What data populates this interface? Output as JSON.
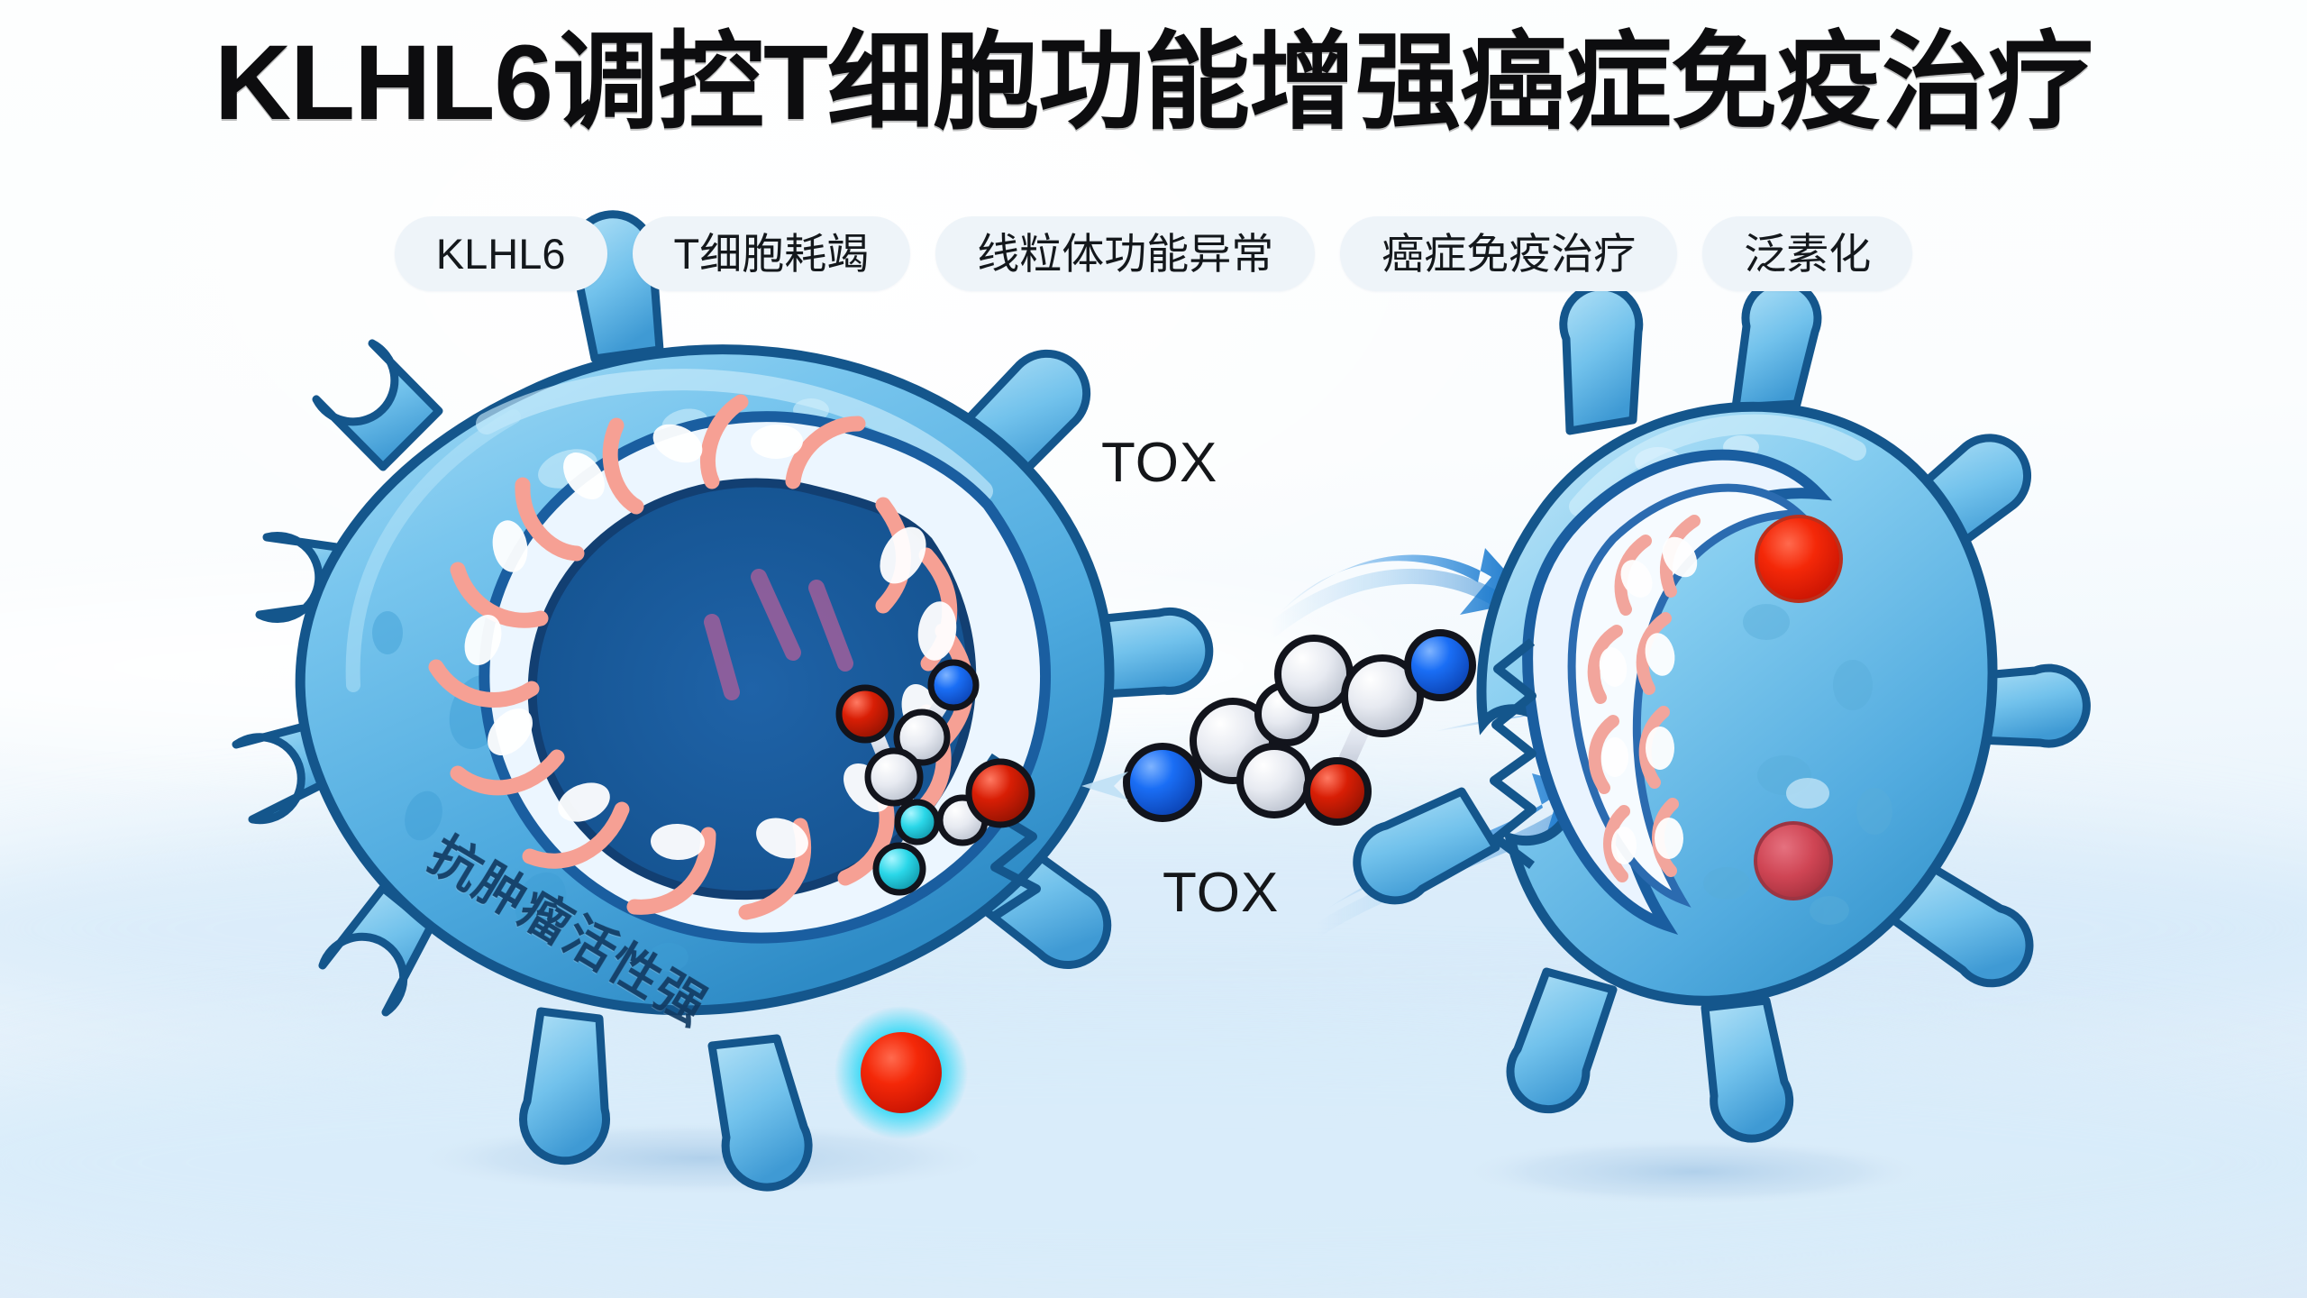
{
  "header": {
    "title": "KLHL6调控T细胞功能增强癌症免疫治疗",
    "tags": [
      {
        "label": "KLHL6"
      },
      {
        "label": "T细胞耗竭"
      },
      {
        "label": "线粒体功能异常"
      },
      {
        "label": "癌症免疫治疗"
      },
      {
        "label": "泛素化"
      }
    ]
  },
  "illustration": {
    "labels": {
      "tox_top": "TOX",
      "tox_bottom": "TOX",
      "left_cell_text": "抗肿瘤活性强"
    },
    "left_cell": {
      "name": "T细胞",
      "marker_color": "#f01505",
      "marker_glow_color": "#22d3ee",
      "body_color": "#5bb8e8",
      "outline_color": "#12507f",
      "mitochondria_crista_color": "#f6a094"
    },
    "right_cell": {
      "name": "T细胞",
      "marker_colors": [
        "#f23b28",
        "#cf4554"
      ],
      "body_color": "#7cc8ee",
      "outline_color": "#12507f"
    },
    "molecule_left": {
      "atoms": [
        "N",
        "C",
        "O",
        "C",
        "C",
        "O",
        "C",
        "C"
      ],
      "colors": {
        "N": "#1a6ef5",
        "C": "#e9ecf2",
        "O": "#d81e05",
        "S": "#2ad7e8"
      }
    },
    "molecule_center": {
      "atoms": [
        "N",
        "C",
        "C",
        "C",
        "C",
        "O",
        "C",
        "N"
      ],
      "colors": {
        "N": "#1257e8",
        "C": "#eceff5",
        "O": "#d81e05"
      }
    },
    "arrows": {
      "count": 3,
      "color": "#2f8fe0"
    }
  },
  "colors": {
    "background_top": "#fdfefe",
    "background_bottom": "#dcebf8",
    "title_color": "#0d0d0f",
    "tag_background": "#eef4f9",
    "tag_text": "#14181c",
    "cell_blue": "#5bb8e8",
    "cell_outline": "#12507f",
    "accent_red": "#f01505"
  }
}
